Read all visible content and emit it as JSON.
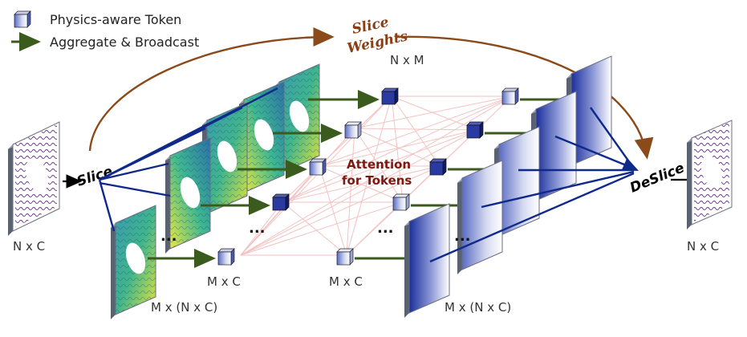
{
  "legend": {
    "token_label": "Physics-aware Token",
    "arrow_label": "Aggregate & Broadcast"
  },
  "labels": {
    "input_shape": "N x C",
    "output_shape": "N x C",
    "slice": "Slice",
    "deslice": "DeSlice",
    "slice_weights_line1": "Slice",
    "slice_weights_line2": "Weights",
    "weights_shape": "N x M",
    "token_shape_left": "M x C",
    "token_shape_right": "M x C",
    "stack_shape_left": "M x (N x C)",
    "stack_shape_right": "M x (N x C)",
    "attention_line1": "Attention",
    "attention_line2": "for Tokens",
    "ellipsis": "..."
  },
  "colors": {
    "token_blue": "#1f2f9a",
    "arrow_green": "#3b5a1e",
    "curve_brown": "#8a4a1a",
    "fan_blue": "#102a8c",
    "attention_lines": "#f2b8b8",
    "attention_text": "#7a1a12"
  }
}
